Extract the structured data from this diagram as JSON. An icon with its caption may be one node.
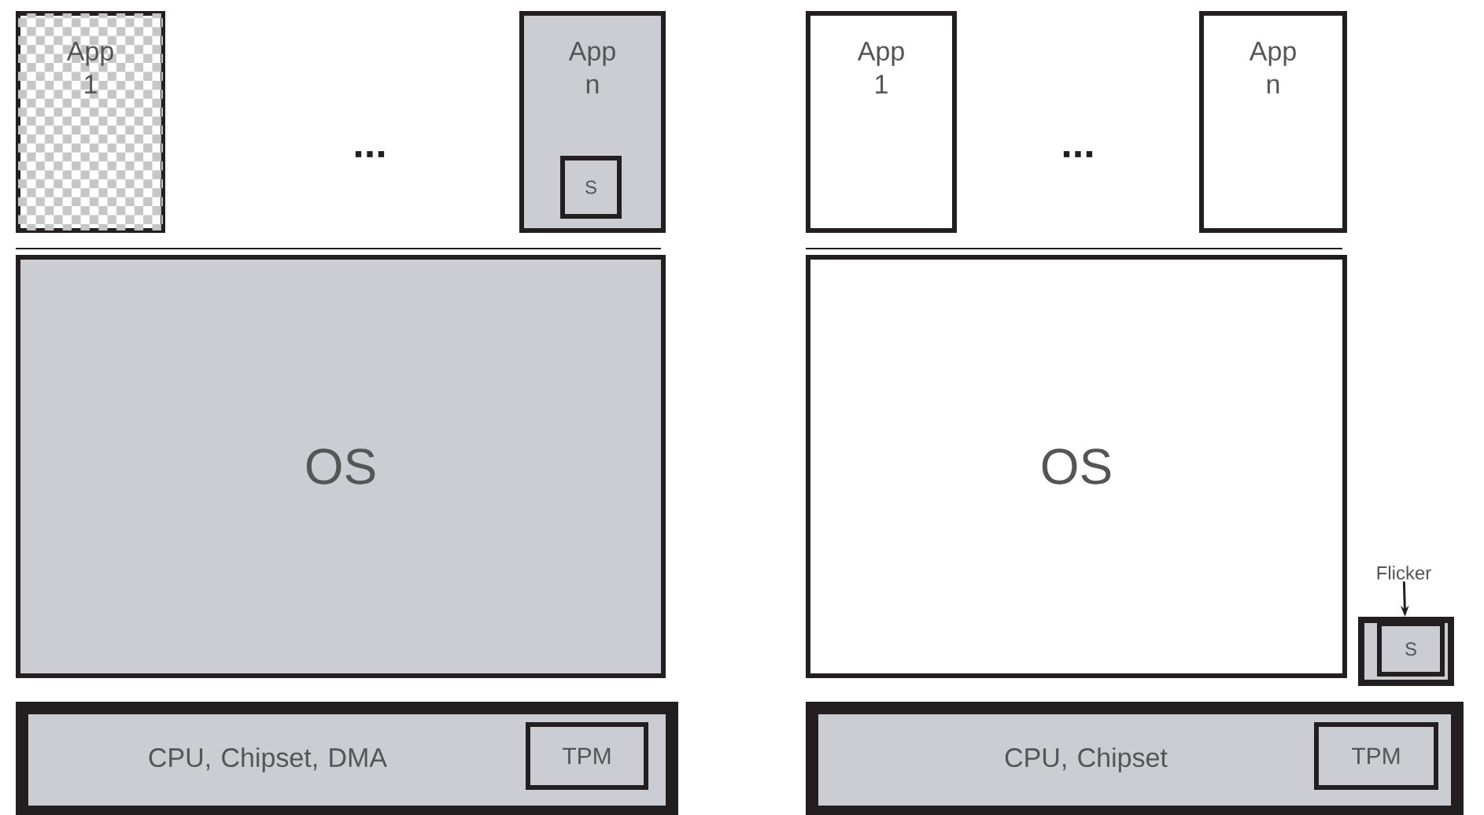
{
  "diagram": {
    "nodes": [
      {
        "text": [
          "App 1"
        ]
      },
      {
        "text": [
          "App n"
        ]
      },
      {
        "text": [
          "S"
        ],
        "in": 1
      },
      {
        "text": [
          "OS"
        ]
      },
      {
        "text": [
          "CPU, Chipset, DMA"
        ]
      },
      {
        "text": [
          "TPM"
        ],
        "in": 4
      },
      {
        "text": [
          "App 1"
        ]
      },
      {
        "text": [
          "App n"
        ]
      },
      {
        "text": [
          "OS"
        ]
      },
      {
        "text": [
          "Flicker"
        ]
      },
      {
        "text": [],
        "shape": "box"
      },
      {
        "text": [
          "S"
        ],
        "in": 10
      },
      {
        "text": [
          "CPU, Chipset"
        ]
      },
      {
        "text": [
          "TPM"
        ],
        "in": 12
      }
    ],
    "edges": [
      {
        "from": 9,
        "to": 10,
        "arrow": "to"
      }
    ],
    "labels": [
      "...",
      "..."
    ]
  }
}
